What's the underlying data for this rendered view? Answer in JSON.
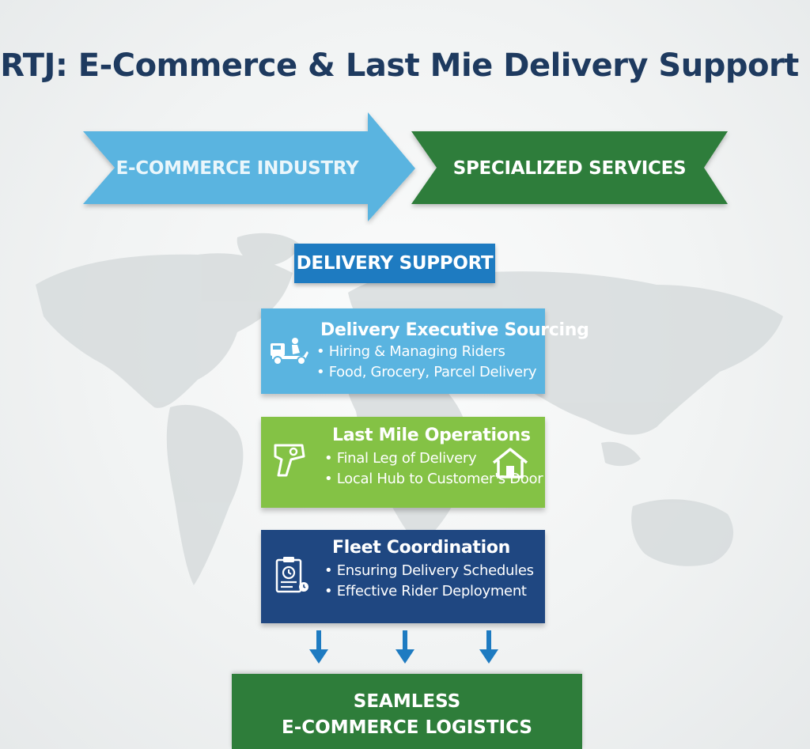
{
  "title": "RTJ: E-Commerce & Last Mie Delivery Support",
  "flow": {
    "left": "E-COMMERCE INDUSTRY",
    "right": "SPECIALIZED SERVICES"
  },
  "section_label": "DELIVERY SUPPORT",
  "cards": [
    {
      "title": "Delivery Executive Sourcing",
      "bullets": [
        "• Hiring & Managing Riders",
        "• Food, Grocery, Parcel Delivery"
      ],
      "icon": "delivery-scooter-icon",
      "color": "#5ab4e0"
    },
    {
      "title": "Last Mile Operations",
      "bullets": [
        "• Final Leg of Delivery",
        "• Local Hub to Customer's Door"
      ],
      "icon": "barcode-scanner-icon",
      "color": "#84c245"
    },
    {
      "title": "Fleet Coordination",
      "bullets": [
        "• Ensuring Delivery Schedules",
        "• Effective Rider Deployment"
      ],
      "icon": "clipboard-clock-icon",
      "color": "#1f4781"
    }
  ],
  "outcome": {
    "line1": "SEAMLESS",
    "line2": "E-COMMERCE LOGISTICS"
  },
  "colors": {
    "title": "#1e3a5f",
    "chevron_left": "#5ab4e0",
    "chevron_right": "#2e7d3a",
    "section_label": "#1e7bc1",
    "arrows": "#1e7bc1",
    "outcome": "#2e7d3a"
  }
}
